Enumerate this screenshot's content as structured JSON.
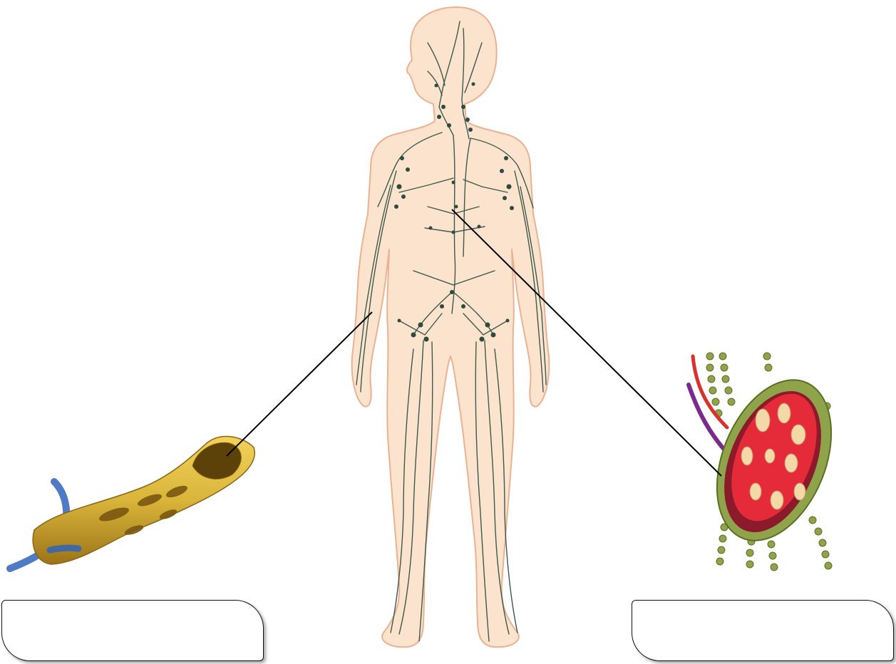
{
  "diagram": {
    "subject": "lymphatic-system",
    "colors": {
      "skin": "#fbe3cd",
      "skin_outline": "#e8a98a",
      "vessel": "#3e5a4c",
      "node": "#2f4a3e",
      "vessel_tube": "#d9b53a",
      "vessel_tube_dark": "#a8801c",
      "flow_arrow": "#2f64b8",
      "node_capsule": "#8fa34a",
      "node_cortex": "#8b1a2b",
      "node_medulla": "#e52a3a",
      "node_sinus": "#f3d9a8",
      "leader_line": "#000000"
    },
    "icons": [
      "human-body-figure",
      "lymph-vessel-illustration",
      "lymph-node-illustration"
    ],
    "labels": {
      "left_box_text": "",
      "right_box_text": ""
    }
  }
}
